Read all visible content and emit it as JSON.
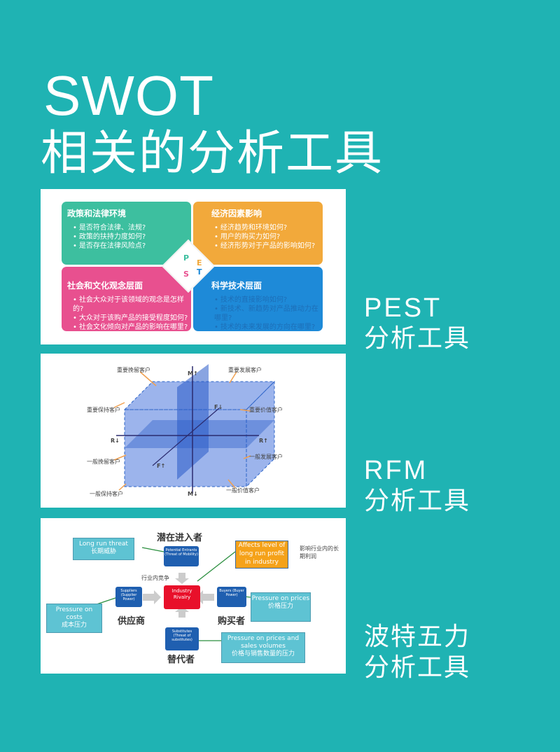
{
  "header": {
    "title_line1": "SWOT",
    "title_line2": "相关的分析工具"
  },
  "pest": {
    "side_en": "PEST",
    "side_cn": "分析工具",
    "quadrants": [
      {
        "title": "政策和法律环境",
        "color": "#3dbf9f",
        "items": [
          "是否符合法律、法规?",
          "政策的扶持力度如何?",
          "是否存在法律风险点?"
        ]
      },
      {
        "title": "经济因素影响",
        "color": "#f2a93b",
        "items": [
          "经济趋势和环境如何?",
          "用户的购买力如何?",
          "经济形势对于产品的影响如何?"
        ]
      },
      {
        "title": "社会和文化观念层面",
        "color": "#e8508f",
        "items": [
          "社会大众对于该领域的观念是怎样的?",
          "大众对于该购产品的接受程度如何?",
          "社会文化倾向对产品的影响在哪里?"
        ]
      },
      {
        "title": "科学技术层面",
        "color": "#1e8ad8",
        "items": [
          "技术的直接影响如何?",
          "新技术、新趋势对产品推动力在哪里?",
          "技术的未来发展的方向在哪里?"
        ]
      }
    ],
    "letters": {
      "p": "P",
      "e": "E",
      "s": "S",
      "t": "T"
    }
  },
  "rfm": {
    "side_en": "RFM",
    "side_cn": "分析工具",
    "labels": {
      "m_up": "M↑",
      "m_down": "M↓",
      "r_left": "R↓",
      "r_right": "R↑",
      "f_down": "F↓",
      "f_up": "F↑",
      "important_retain": "重要挽留客户",
      "important_develop": "重要发展客户",
      "important_keep": "重要保持客户",
      "important_value": "重要价值客户",
      "general_retain": "一般挽留客户",
      "general_develop": "一般发展客户",
      "general_keep": "一般保持客户",
      "general_value": "一般价值客户"
    }
  },
  "porter": {
    "side_line1": "波特五力",
    "side_line2": "分析工具",
    "potential": "潜在进入者",
    "suppliers_cn": "供应商",
    "buyers_cn": "购买者",
    "substitutes_cn": "替代者",
    "rivalry_cn": "行业内竞争",
    "industry": "Industry",
    "rivalry": "Rivalry",
    "potential_box": "Potential Entrants (Threat of Mobility)",
    "suppliers_box": "Suppliers (Supplier Power)",
    "buyers_box": "Buyers (Buyer Power)",
    "subs_box": "Substitutes (Threat of substitutes)",
    "longrun_en": "Long run threat",
    "longrun_cn": "长期威胁",
    "affects_en": "Affects level of long run profit in industry",
    "affects_cn": "影响行业内的长期利润",
    "costs_en": "Pressure on costs",
    "costs_cn": "成本压力",
    "prices_en": "Pressure on prices",
    "prices_cn": "价格压力",
    "pv_en": "Pressure on prices and sales volumes",
    "pv_cn": "价格与销售数量的压力"
  }
}
